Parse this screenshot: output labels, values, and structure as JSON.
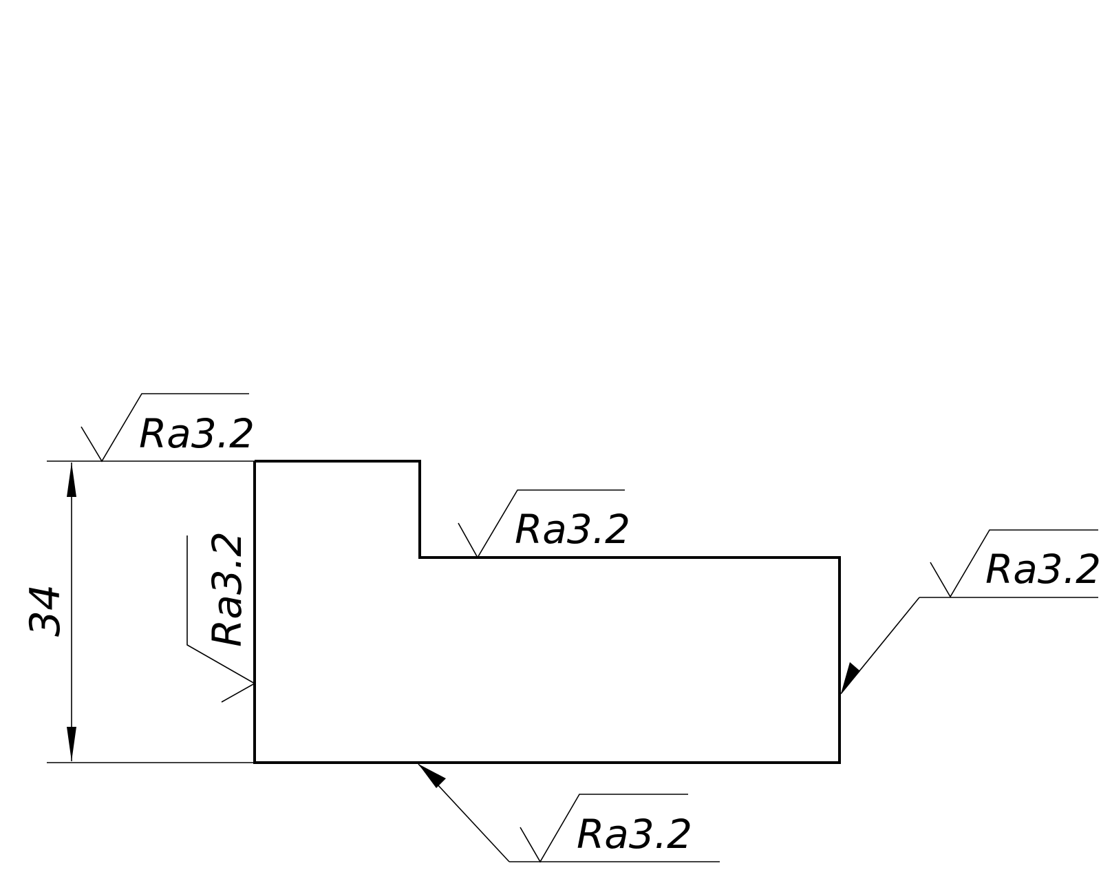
{
  "dimension": {
    "value": "34"
  },
  "roughness": {
    "top": "Ra3.2",
    "left": "Ra3.2",
    "step": "Ra3.2",
    "right": "Ra3.2",
    "bottom": "Ra3.2"
  }
}
